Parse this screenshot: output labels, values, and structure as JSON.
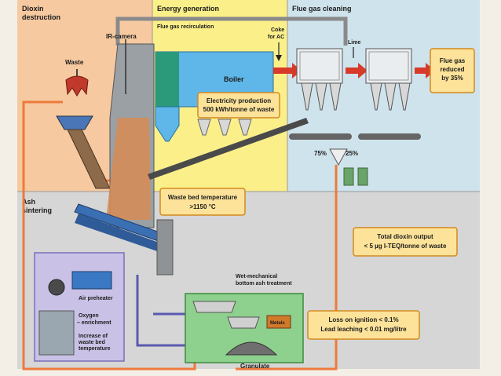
{
  "zones": {
    "dioxin_destruction": [
      "Dioxin",
      "destruction"
    ],
    "energy_generation": "Energy generation",
    "flue_gas_cleaning": "Flue gas cleaning",
    "ash_sintering": [
      "Ash",
      "sintering"
    ]
  },
  "labels": {
    "waste": "Waste",
    "ir_camera": "IR-camera",
    "flue_gas_recirculation": "Flue gas recirculation",
    "coke_for_ac": [
      "Coke",
      "for AC"
    ],
    "lime": "Lime",
    "boiler": "Boiler",
    "pct_75": "75%",
    "pct_25": "25%",
    "air_preheater": "Air preheater",
    "oxygen_enrichment": [
      "Oxygen",
      "– enrichment"
    ],
    "increase_bed_temp": [
      "Increase of",
      "waste bed",
      "temperature"
    ],
    "wet_mechanical": [
      "Wet-mechanical",
      "bottom ash treatment"
    ],
    "metals": "Metals",
    "granulate": "Granulate"
  },
  "callouts": {
    "electricity": [
      "Electricity production",
      "500 kWh/tonne of waste"
    ],
    "flue_gas_reduced": [
      "Flue gas",
      "reduced",
      "by 35%"
    ],
    "bed_temp": [
      "Waste bed temperature",
      ">1150 °C"
    ],
    "dioxin_output": [
      "Total dioxin output",
      "< 5 µg I-TEQ/tonne of waste"
    ],
    "loss_ignition": [
      "Loss on ignition < 0.1%",
      "Lead leaching < 0.01 mg/litre"
    ]
  },
  "colors": {
    "zone_dioxin": "#f6c9a0",
    "zone_energy": "#fbef8a",
    "zone_flue": "#cfe3ec",
    "zone_ash": "#d6d6d6",
    "callout_fill": "#fde39a",
    "callout_border": "#d48a1e",
    "pipe_orange": "#ee7a3a",
    "pipe_blue": "#5a5ab0",
    "flue_red": "#d83a2a",
    "boiler_blue": "#5fb6e8"
  }
}
